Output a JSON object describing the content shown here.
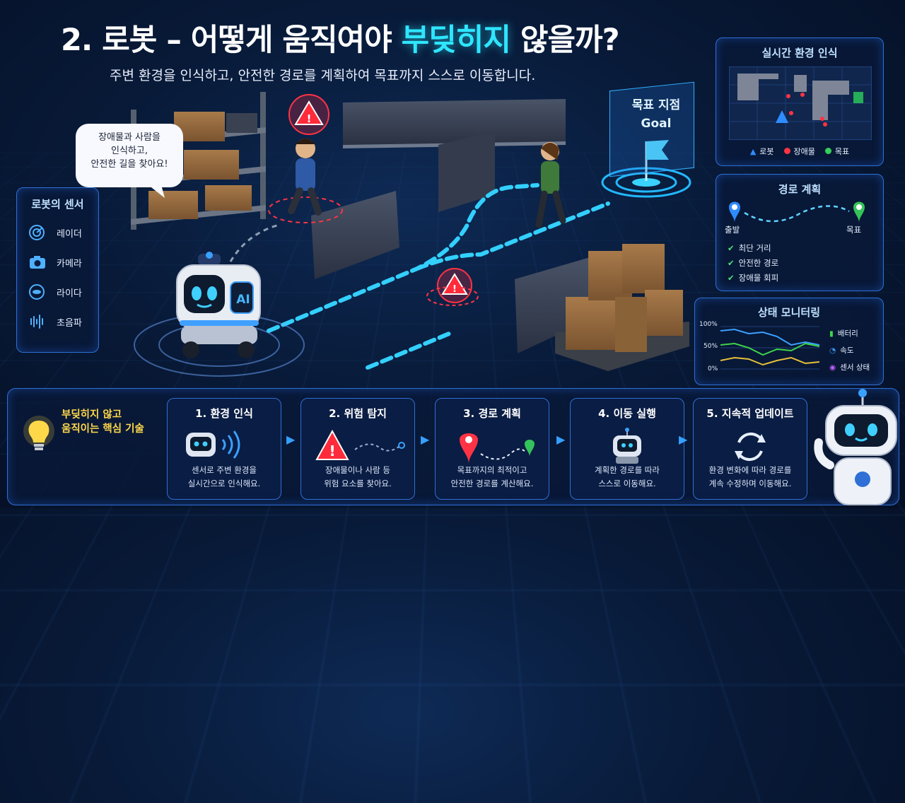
{
  "header": {
    "title_prefix": "2. 로봇 – 어떻게 움직여야",
    "title_highlight": "부딪히지",
    "title_suffix": "않을까?",
    "subtitle": "주변 환경을 인식하고, 안전한 경로를 계획하여 목표까지 스스로 이동합니다."
  },
  "speech_bubble": "장애물과 사람을\n인식하고,\n안전한 길을 찾아요!",
  "robot_badge": "AI",
  "goal_sign": {
    "line1": "목표 지점",
    "line2": "Goal"
  },
  "sensors": {
    "title": "로봇의 센서",
    "items": [
      {
        "label": "레이더",
        "icon": "radar-icon"
      },
      {
        "label": "카메라",
        "icon": "camera-icon"
      },
      {
        "label": "라이다",
        "icon": "lidar-icon"
      },
      {
        "label": "초음파",
        "icon": "ultrasonic-icon"
      }
    ]
  },
  "map_panel": {
    "title": "실시간 환경 인식",
    "legend": [
      {
        "label": "로봇",
        "color": "#2f8cff"
      },
      {
        "label": "장애물",
        "color": "#ff3344"
      },
      {
        "label": "목표",
        "color": "#34d05a"
      }
    ]
  },
  "plan_panel": {
    "title": "경로 계획",
    "start_label": "출발",
    "end_label": "목표",
    "checks": [
      "최단 거리",
      "안전한 경로",
      "장애물 회피"
    ]
  },
  "status_panel": {
    "title": "상태 모니터링",
    "y_ticks": [
      "100%",
      "50%",
      "0%"
    ],
    "legend": [
      {
        "label": "배터리",
        "color": "#3fd44a"
      },
      {
        "label": "속도",
        "color": "#3aa0ff"
      },
      {
        "label": "센서 상태",
        "color": "#e6c23a"
      }
    ]
  },
  "core": {
    "title": "부딪히지 않고\n움직이는 핵심 기술"
  },
  "steps": [
    {
      "title": "1. 환경 인식",
      "desc": "센서로 주변 환경을\n실시간으로 인식해요."
    },
    {
      "title": "2. 위험 탐지",
      "desc": "장애물이나 사람 등\n위험 요소를 찾아요."
    },
    {
      "title": "3. 경로 계획",
      "desc": "목표까지의 최적이고\n안전한 경로를 계산해요."
    },
    {
      "title": "4. 이동 실행",
      "desc": "계획한 경로를 따라\n스스로 이동해요."
    },
    {
      "title": "5. 지속적 업데이트",
      "desc": "환경 변화에 따라 경로를\n계속 수정하며 이동해요."
    }
  ],
  "colors": {
    "accent": "#2ee6ff",
    "panel_border": "#2f6fd6",
    "warning": "#ff2a3a",
    "path": "#33d0ff"
  }
}
